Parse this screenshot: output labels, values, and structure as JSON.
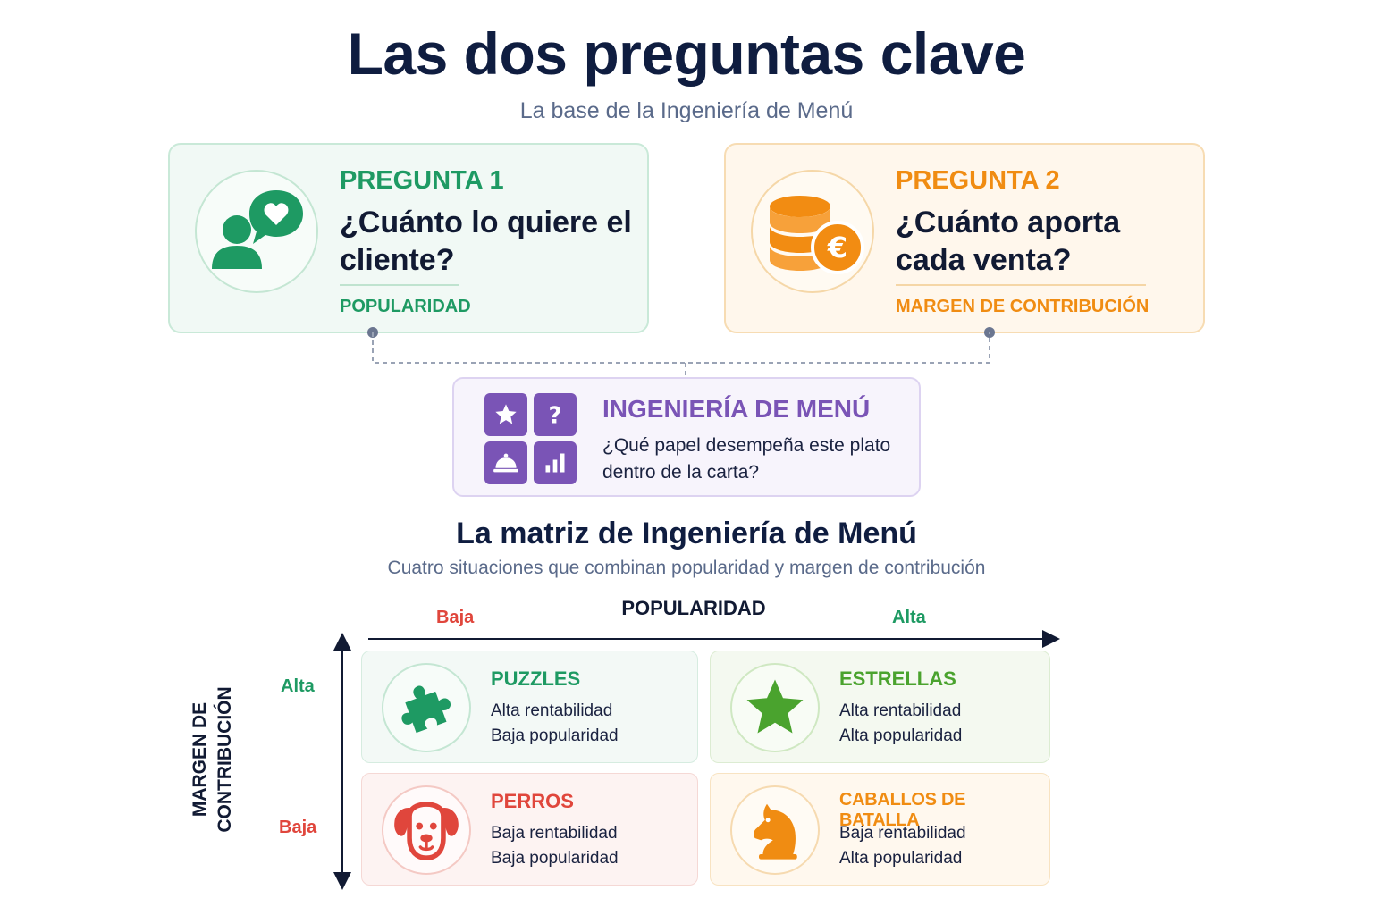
{
  "header": {
    "title": "Las dos preguntas clave",
    "subtitle": "La base de la Ingeniería de Menú"
  },
  "question1": {
    "label": "PREGUNTA 1",
    "text": "¿Cuánto lo quiere el cliente?",
    "concept": "POPULARIDAD",
    "icon": "customer-heart-icon",
    "color": "#1e9a63"
  },
  "question2": {
    "label": "PREGUNTA 2",
    "text": "¿Cuánto aporta cada venta?",
    "concept": "MARGEN DE CONTRIBUCIÓN",
    "icon": "euro-coins-icon",
    "color": "#f08c12"
  },
  "menu_engineering": {
    "title": "INGENIERÍA DE MENÚ",
    "text": "¿Qué papel desempeña este plato dentro de la carta?",
    "icons": [
      "star-icon",
      "question-mark-icon",
      "cloche-icon",
      "bar-chart-icon"
    ],
    "color": "#7a54b6"
  },
  "matrix": {
    "title": "La matriz de Ingeniería de Menú",
    "subtitle": "Cuatro situaciones que combinan popularidad y margen de contribución",
    "x_axis": {
      "title": "POPULARIDAD",
      "low": "Baja",
      "high": "Alta"
    },
    "y_axis": {
      "title": "MARGEN DE CONTRIBUCIÓN",
      "high": "Alta",
      "low": "Baja"
    },
    "quadrants": [
      {
        "name": "PUZZLES",
        "line1": "Alta rentabilidad",
        "line2": "Baja popularidad",
        "icon": "puzzle-piece-icon",
        "color": "#1e9a63"
      },
      {
        "name": "ESTRELLAS",
        "line1": "Alta rentabilidad",
        "line2": "Alta popularidad",
        "icon": "star-icon",
        "color": "#4aa32e"
      },
      {
        "name": "PERROS",
        "line1": "Baja rentabilidad",
        "line2": "Baja popularidad",
        "icon": "dog-icon",
        "color": "#e0463c"
      },
      {
        "name": "CABALLOS DE BATALLA",
        "line1": "Baja rentabilidad",
        "line2": "Alta popularidad",
        "icon": "horse-icon",
        "color": "#f08c12"
      }
    ]
  }
}
